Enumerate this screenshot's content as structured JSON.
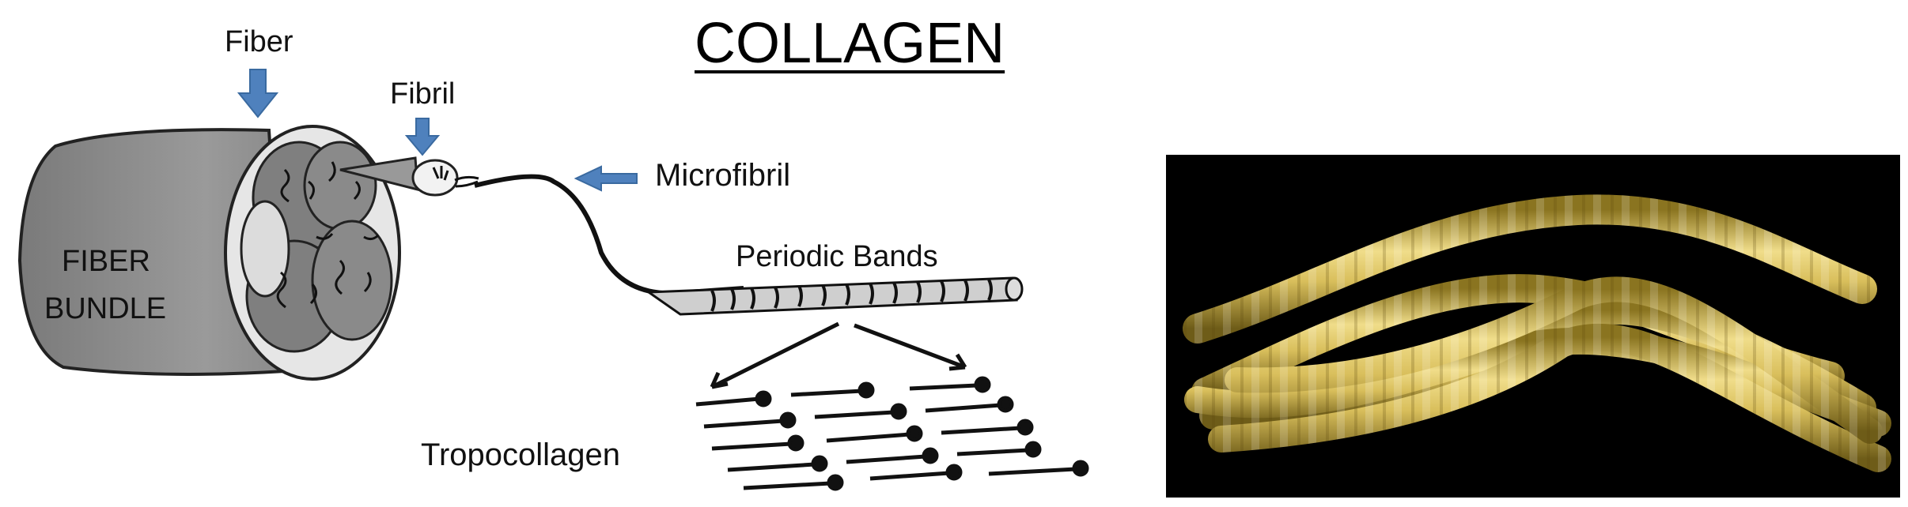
{
  "title": "COLLAGEN",
  "labels": {
    "fiber": "Fiber",
    "fibril": "Fibril",
    "microfibril": "Microfibril",
    "periodic_bands": "Periodic Bands",
    "fiber_bundle_line1": "FIBER",
    "fiber_bundle_line2": "BUNDLE",
    "tropocollagen": "Tropocollagen"
  },
  "colors": {
    "arrow_blue": "#4f81bd",
    "bundle_gray": "#8c8c8c",
    "fibril_yellow": "#c9ad4a",
    "panel_bg": "#000000"
  }
}
